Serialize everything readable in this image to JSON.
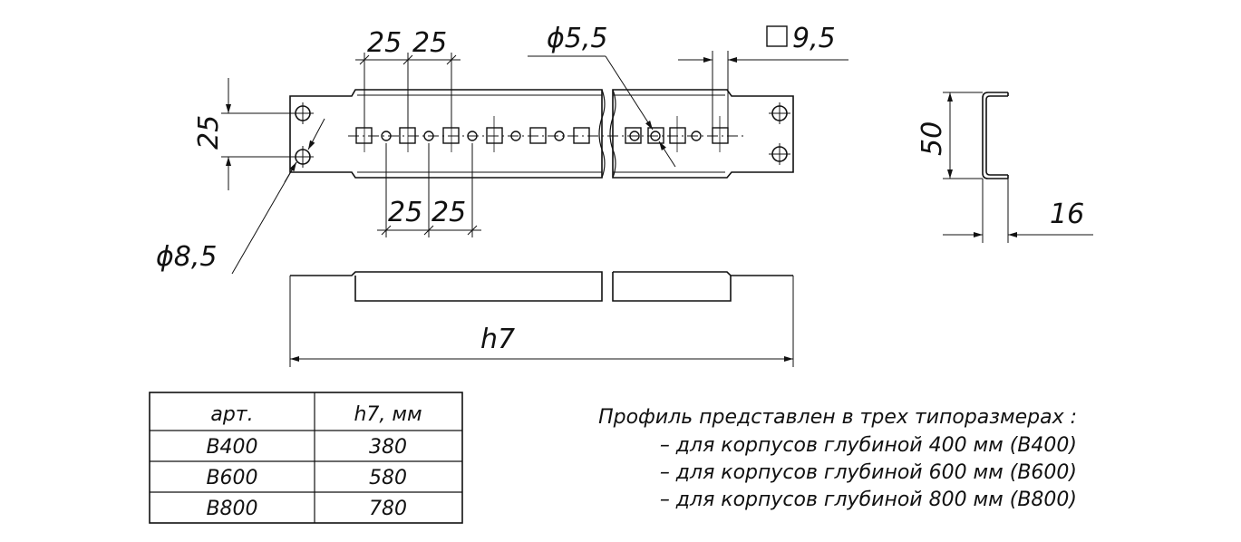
{
  "dimensions": {
    "pitch_25_a": "25",
    "pitch_25_b": "25",
    "pitch_25_c": "25",
    "pitch_25_d": "25",
    "vertical_25": "25",
    "hole_round": "ϕ5,5",
    "hole_square_size": "9,5",
    "mount_hole": "ϕ8,5",
    "height": "50",
    "flange": "16",
    "length": "h7"
  },
  "table": {
    "headers": [
      "арт.",
      "h7, мм"
    ],
    "rows": [
      [
        "B400",
        "380"
      ],
      [
        "B600",
        "580"
      ],
      [
        "B800",
        "780"
      ]
    ]
  },
  "note": {
    "title": "Профиль представлен в трех типоразмерах  :",
    "lines": [
      "– для корпусов глубиной 400 мм (B400)",
      "– для корпусов глубиной 600 мм (B600)",
      "– для корпусов глубиной 800 мм (B800)"
    ]
  }
}
